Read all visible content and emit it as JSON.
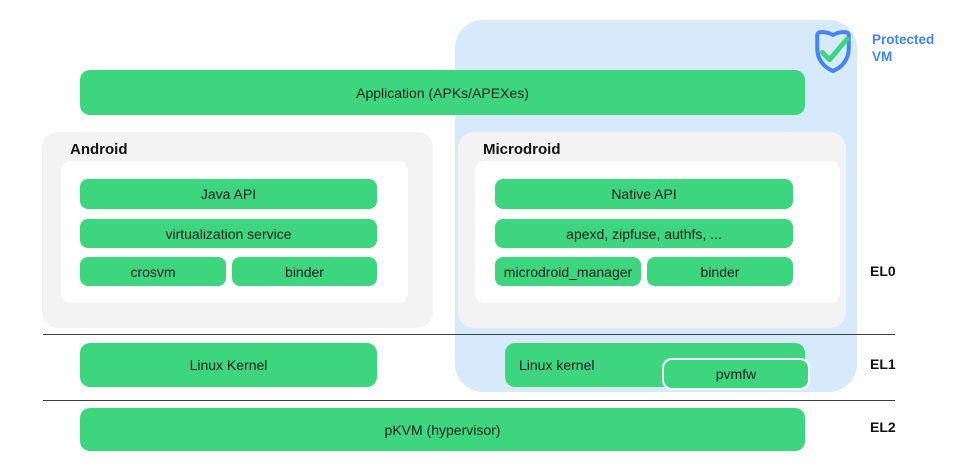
{
  "colors": {
    "green": "#3dd67f",
    "blue_bg": "#d7eafc",
    "gray_bg": "#f3f3f3",
    "accent_blue": "#4285f4",
    "line": "#3c4043"
  },
  "protected_vm": {
    "line1": "Protected",
    "line2": "VM",
    "icon": "shield-check-icon"
  },
  "bars": {
    "application": "Application (APKs/APEXes)"
  },
  "android": {
    "title": "Android",
    "bars": [
      "Java API",
      "virtualization service",
      "crosvm",
      "binder"
    ]
  },
  "microdroid": {
    "title": "Microdroid",
    "bars": [
      "Native API",
      "apexd, zipfuse, authfs, ...",
      "microdroid_manager",
      "binder"
    ]
  },
  "el1_row": {
    "linux_kernel_host": "Linux Kernel",
    "linux_kernel_guest": "Linux kernel",
    "pvmfw": "pvmfw"
  },
  "el2_row": {
    "pkvm": "pKVM (hypervisor)"
  },
  "exception_levels": [
    "EL0",
    "EL1",
    "EL2"
  ]
}
